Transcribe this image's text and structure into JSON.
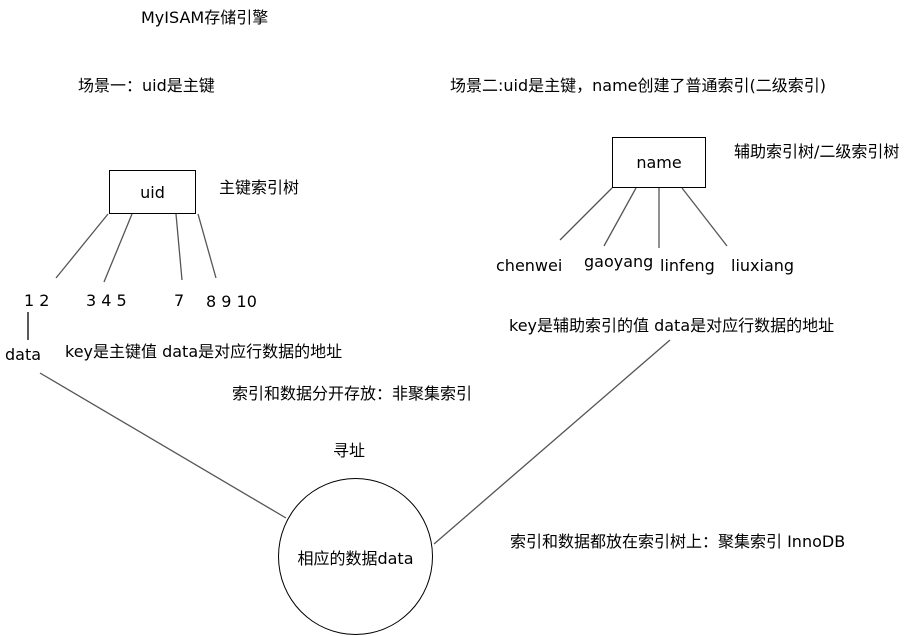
{
  "title": "MyISAM存储引擎",
  "scene1": {
    "heading": "场景一：uid是主键",
    "node": "uid",
    "tree_label": "主键索引树",
    "leaves": [
      "1 2",
      "3 4 5",
      "7",
      "8 9 10"
    ],
    "data_label": "data",
    "description": "key是主键值 data是对应行数据的地址"
  },
  "scene2": {
    "heading": "场景二:uid是主键，name创建了普通索引(二级索引)",
    "node": "name",
    "tree_label": "辅助索引树/二级索引树",
    "leaves": [
      "chenwei",
      "gaoyang",
      "linfeng",
      "liuxiang"
    ],
    "description": "key是辅助索引的值 data是对应行数据的地址"
  },
  "non_clustered_note": "索引和数据分开存放：非聚集索引",
  "addressing_label": "寻址",
  "target_circle": "相应的数据data",
  "clustered_note": "索引和数据都放在索引树上：聚集索引  InnoDB",
  "colors": {
    "stroke": "#000000",
    "link": "#555555",
    "background": "#ffffff"
  }
}
